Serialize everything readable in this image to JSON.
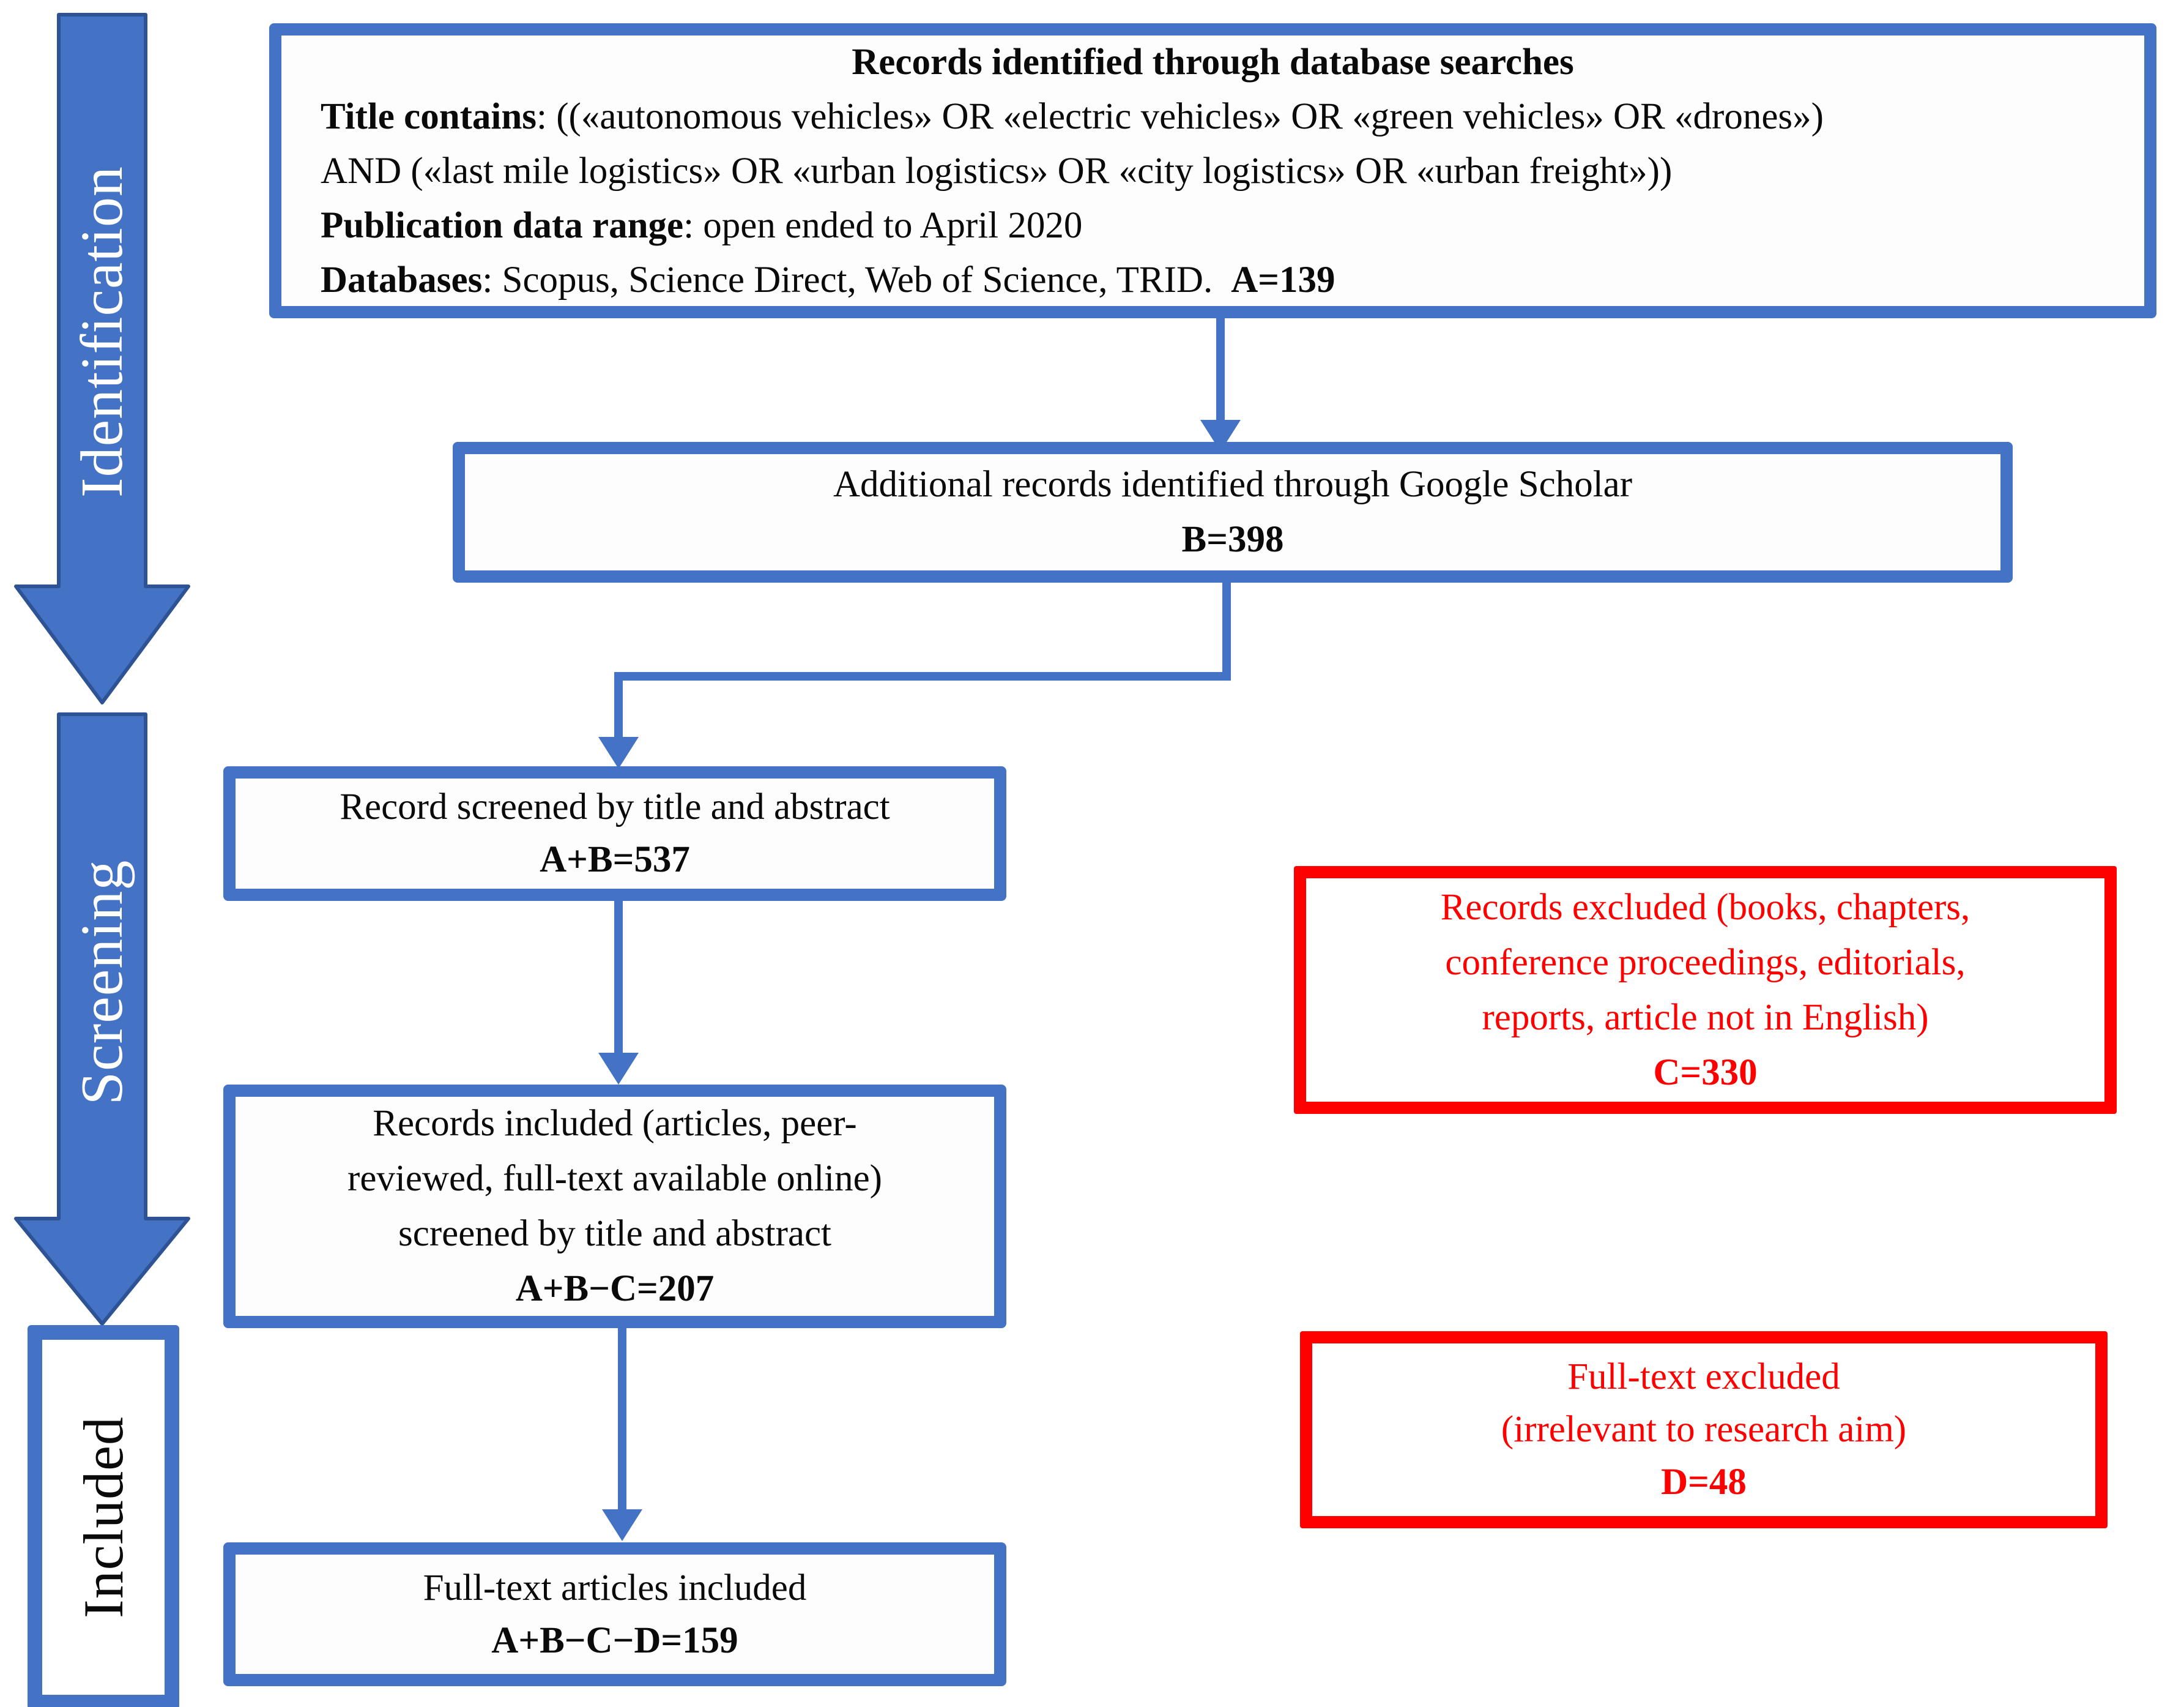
{
  "palette": {
    "accent_blue": "#4472C4",
    "accent_blue_dark": "#2E5395",
    "accent_red": "#ff0000",
    "text_black": "#0a0a0a",
    "text_white": "#ffffff"
  },
  "stages": {
    "identification": "Identification",
    "screening": "Screening",
    "included": "Included"
  },
  "box_search": {
    "title": "Records identified through database searches",
    "line1_label": "Title contains",
    "line1_text": ": ((«autonomous vehicles» OR «electric vehicles» OR «green vehicles» OR «drones»)",
    "line2_text": "AND («last mile logistics» OR «urban logistics» OR «city logistics» OR «urban freight»))",
    "line3_label": "Publication data range",
    "line3_text": ": open ended to April 2020",
    "line4_label": "Databases",
    "line4_text": ": Scopus, Science Direct, Web of Science, TRID.",
    "line4_count": "A=139"
  },
  "box_scholar": {
    "line": "Additional records identified through Google Scholar",
    "count": "B=398"
  },
  "box_screened": {
    "line": "Record screened by title and abstract",
    "count": "A+B=537"
  },
  "box_included_records": {
    "lines": [
      "Records included (articles, peer-",
      "reviewed, full-text available online)",
      "screened by title and abstract"
    ],
    "count": "A+B−C=207"
  },
  "box_fulltext_included": {
    "line": "Full-text articles included",
    "count": "A+B−C−D=159"
  },
  "box_records_excluded": {
    "lines": [
      "Records excluded (books, chapters,",
      "conference proceedings, editorials,",
      "reports, article not in English)"
    ],
    "count": "C=330"
  },
  "box_fulltext_excluded": {
    "lines": [
      "Full-text excluded",
      "(irrelevant to research aim)"
    ],
    "count": "D=48"
  }
}
